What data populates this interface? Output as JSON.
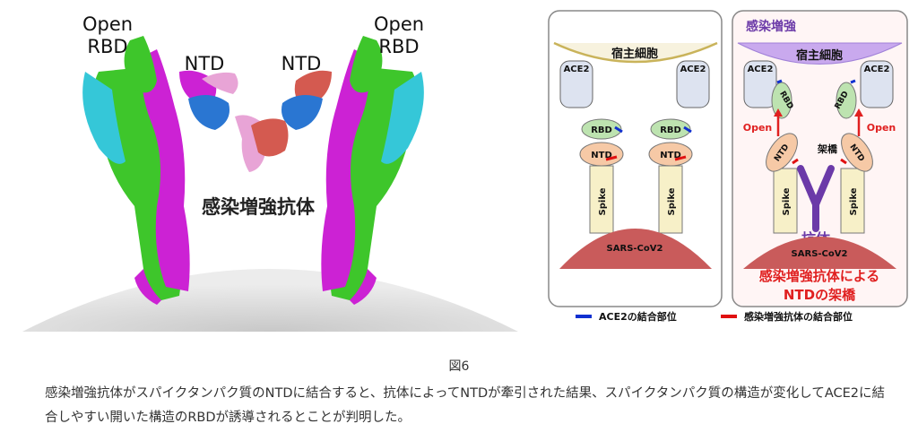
{
  "structure": {
    "left_open_rbd_line1": "Open",
    "left_open_rbd_line2": "RBD",
    "left_ntd": "NTD",
    "right_ntd": "NTD",
    "right_open_rbd_line1": "Open",
    "right_open_rbd_line2": "RBD",
    "center_label": "感染増強抗体"
  },
  "panel_left": {
    "host_cell": "宿主細胞",
    "ace2_left": "ACE2",
    "ace2_right": "ACE2",
    "rbd_left": "RBD",
    "rbd_right": "RBD",
    "ntd_left": "NTD",
    "ntd_right": "NTD",
    "spike_left": "Spike",
    "spike_right": "Spike",
    "virus": "SARS-CoV2"
  },
  "panel_right": {
    "title": "感染増強",
    "host_cell": "宿主細胞",
    "ace2_left": "ACE2",
    "ace2_right": "ACE2",
    "rbd_left": "RBD",
    "rbd_right": "RBD",
    "open_left": "Open",
    "open_right": "Open",
    "ntd_left": "NTD",
    "ntd_right": "NTD",
    "bridge": "架橋",
    "antibody": "抗体",
    "spike_left": "Spike",
    "spike_right": "Spike",
    "virus": "SARS-CoV2",
    "footer_line1": "感染増強抗体による",
    "footer_line2": "NTDの架橋"
  },
  "legend": {
    "ace2_site": "ACE2の結合部位",
    "antibody_site": "感染増強抗体の結合部位"
  },
  "colors": {
    "ace2_site": "#1030d0",
    "antibody_site": "#e01010",
    "accent_red": "#e02020",
    "antibody_purple": "#6b3aa8",
    "host_purple": "#c9a9ee"
  },
  "caption": {
    "figure_number": "図6",
    "text": "感染増強抗体がスパイクタンパク質のNTDに結合すると、抗体によってNTDが牽引された結果、スパイクタンパク質の構造が変化してACE2に結合しやすい開いた構造のRBDが誘導されるとことが判明した。"
  }
}
